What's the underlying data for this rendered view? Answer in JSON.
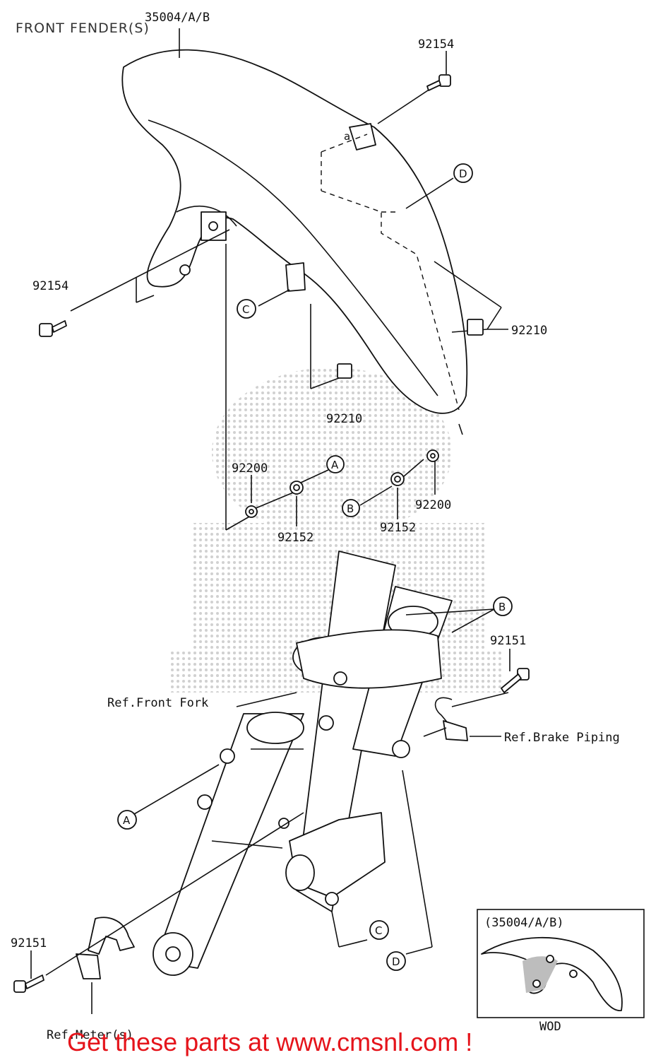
{
  "title": "FRONT FENDER(S)",
  "promo": "Get these parts at www.cmsnl.com !",
  "parts": {
    "fender": "35004/A/B",
    "bolt_top": "92154",
    "bolt_left": "92154",
    "nut_right": "92210",
    "nut_center": "92210",
    "washer_left": "92200",
    "washer_right": "92200",
    "collar_left": "92152",
    "collar_right": "92152",
    "bolt_fork_right": "92151",
    "bolt_bottom_left": "92151"
  },
  "refs": {
    "front_fork": "Ref.Front Fork",
    "brake_piping": "Ref.Brake Piping",
    "meters": "Ref.Meter(s)"
  },
  "callouts": {
    "a1": "A",
    "a2": "A",
    "b1": "B",
    "b2": "B",
    "c1": "C",
    "c2": "C",
    "d1": "D",
    "d2": "D",
    "tab_a": "a"
  },
  "inset": {
    "label": "(35004/A/B)",
    "caption": "WOD"
  },
  "colors": {
    "promo": "#e5141b",
    "line": "#111111"
  }
}
